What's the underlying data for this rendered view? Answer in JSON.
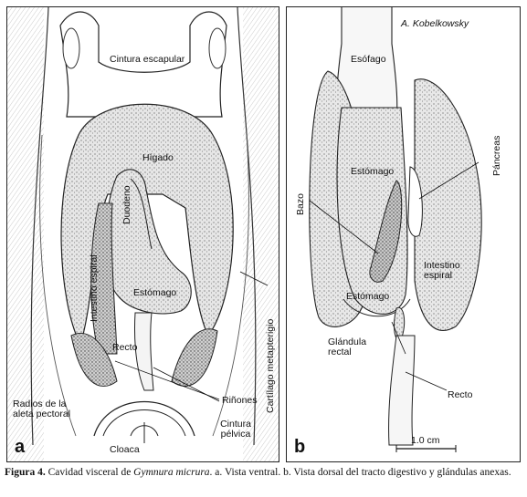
{
  "panel_a": {
    "letter": "a",
    "labels": {
      "cintura_escapular": "Cintura escapular",
      "higado": "Hígado",
      "duodeno": "Duodeno",
      "intestino_espiral": "Intestino espiral",
      "estomago": "Estómago",
      "recto": "Recto",
      "rinones": "Riñones",
      "cartilago": "Cartílago metapterigio",
      "radios": "Radios de la aleta pectoral",
      "cintura_pelvica": "Cintura pélvica",
      "cloaca": "Cloaca"
    }
  },
  "panel_b": {
    "letter": "b",
    "author": "A. Kobelkowsky",
    "labels": {
      "esofago": "Esófago",
      "estomago_upper": "Estómago",
      "bazo": "Bazo",
      "pancreas": "Páncreas",
      "intestino_espiral": "Intestino espiral",
      "estomago_lower": "Estómago",
      "glandula_rectal": "Glándula rectal",
      "recto": "Recto"
    },
    "scale_bar": "1.0 cm"
  },
  "caption": {
    "figure_label": "Figura 4.",
    "text_before": "Cavidad visceral de",
    "species": "Gymnura micrura",
    "text_after": ". a. Vista ventral. b. Vista dorsal del tracto digestivo y glándulas anexas."
  }
}
